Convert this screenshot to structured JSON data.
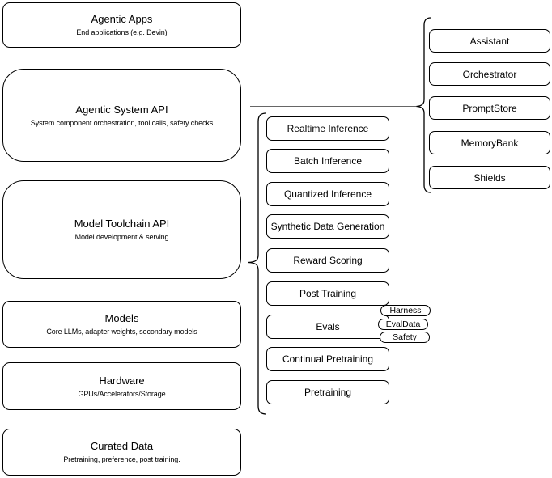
{
  "diagram": {
    "left_stack": [
      {
        "title": "Agentic Apps",
        "subtitle": "End applications (e.g. Devin)"
      },
      {
        "title": "Agentic System API",
        "subtitle": "System component orchestration, tool calls, safety checks"
      },
      {
        "title": "Model Toolchain API",
        "subtitle": "Model development & serving"
      },
      {
        "title": "Models",
        "subtitle": "Core LLMs, adapter weights, secondary models"
      },
      {
        "title": "Hardware",
        "subtitle": "GPUs/Accelerators/Storage"
      },
      {
        "title": "Curated Data",
        "subtitle": "Pretraining, preference, post training."
      }
    ],
    "toolchain_components": [
      "Realtime Inference",
      "Batch Inference",
      "Quantized Inference",
      "Synthetic Data Generation",
      "Reward Scoring",
      "Post Training",
      "Evals",
      "Continual Pretraining",
      "Pretraining"
    ],
    "eval_pills": [
      "Harness",
      "EvalData",
      "Safety"
    ],
    "system_components": [
      "Assistant",
      "Orchestrator",
      "PromptStore",
      "MemoryBank",
      "Shields"
    ],
    "colors": {
      "stroke": "#000000",
      "background": "#ffffff",
      "connector": "#666666"
    }
  }
}
